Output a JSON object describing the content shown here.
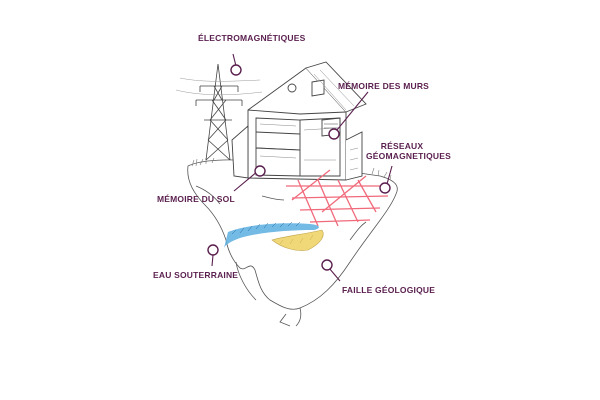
{
  "colors": {
    "label": "#5a1f4e",
    "line": "#5a1f4e",
    "sketch": "#555555",
    "grid": "#f06a7b",
    "water": "#5aaee0",
    "fault": "#f0d878"
  },
  "labels": {
    "electromagnetic": "ÉLECTROMAGNÉTIQUES",
    "walls_memory": "MÉMOIRE DES MURS",
    "geomagnetic_line1": "RÉSEAUX",
    "geomagnetic_line2": "GÉOMAGNETIQUES",
    "soil_memory": "MÉMOIRE DU SOL",
    "groundwater": "EAU SOUTERRAINE",
    "fault": "FAILLE GÉOLOGIQUE"
  },
  "icons": {
    "marker": "magnifier-icon"
  }
}
